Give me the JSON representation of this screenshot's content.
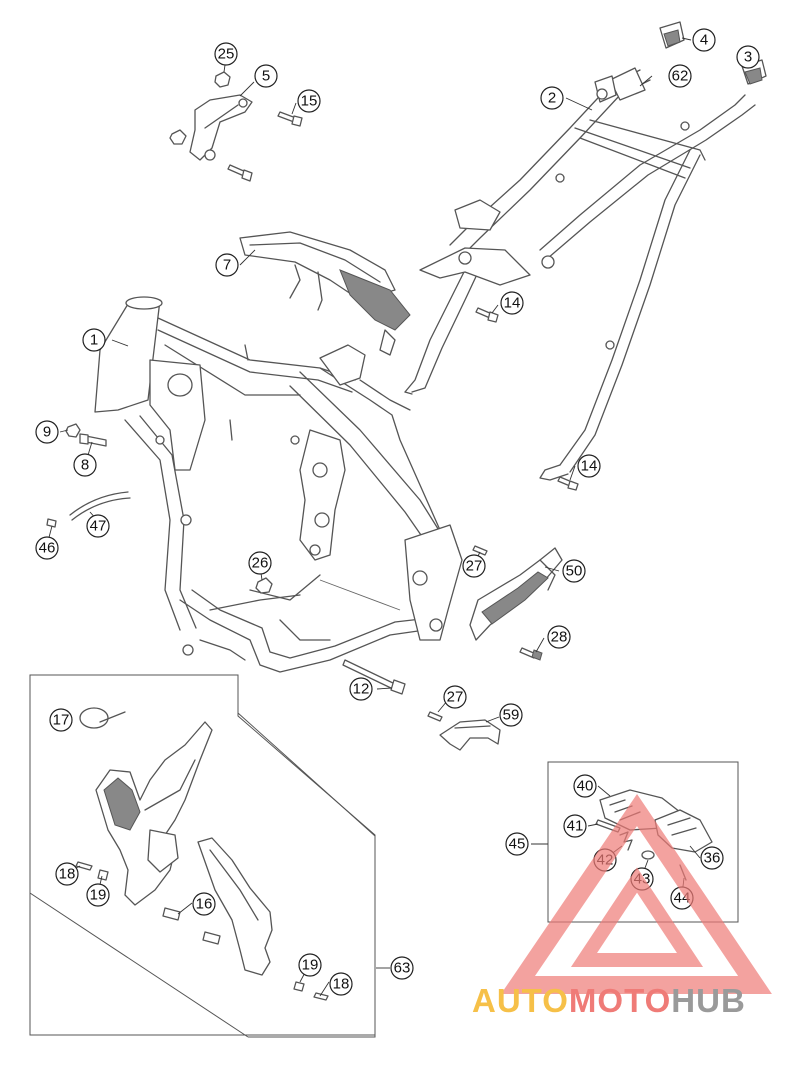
{
  "callouts": [
    {
      "id": "1",
      "label": "1"
    },
    {
      "id": "2",
      "label": "2"
    },
    {
      "id": "3",
      "label": "3"
    },
    {
      "id": "4",
      "label": "4"
    },
    {
      "id": "5",
      "label": "5"
    },
    {
      "id": "7",
      "label": "7"
    },
    {
      "id": "8",
      "label": "8"
    },
    {
      "id": "9",
      "label": "9"
    },
    {
      "id": "12",
      "label": "12"
    },
    {
      "id": "14a",
      "label": "14"
    },
    {
      "id": "14b",
      "label": "14"
    },
    {
      "id": "15",
      "label": "15"
    },
    {
      "id": "16",
      "label": "16"
    },
    {
      "id": "17",
      "label": "17"
    },
    {
      "id": "18a",
      "label": "18"
    },
    {
      "id": "18b",
      "label": "18"
    },
    {
      "id": "19a",
      "label": "19"
    },
    {
      "id": "19b",
      "label": "19"
    },
    {
      "id": "25",
      "label": "25"
    },
    {
      "id": "26",
      "label": "26"
    },
    {
      "id": "27a",
      "label": "27"
    },
    {
      "id": "27b",
      "label": "27"
    },
    {
      "id": "28",
      "label": "28"
    },
    {
      "id": "36",
      "label": "36"
    },
    {
      "id": "40",
      "label": "40"
    },
    {
      "id": "41",
      "label": "41"
    },
    {
      "id": "42",
      "label": "42"
    },
    {
      "id": "43",
      "label": "43"
    },
    {
      "id": "44",
      "label": "44"
    },
    {
      "id": "45",
      "label": "45"
    },
    {
      "id": "46",
      "label": "46"
    },
    {
      "id": "47",
      "label": "47"
    },
    {
      "id": "50",
      "label": "50"
    },
    {
      "id": "59",
      "label": "59"
    },
    {
      "id": "62",
      "label": "62"
    },
    {
      "id": "63",
      "label": "63"
    }
  ],
  "watermark": {
    "part1": "AUTO",
    "part2": "MOTO",
    "part3": "HUB",
    "color_auto": "#f6c048",
    "color_moto": "#ef7b77",
    "color_hub": "#9a9a9a",
    "logo_color": "#ef7b77"
  }
}
